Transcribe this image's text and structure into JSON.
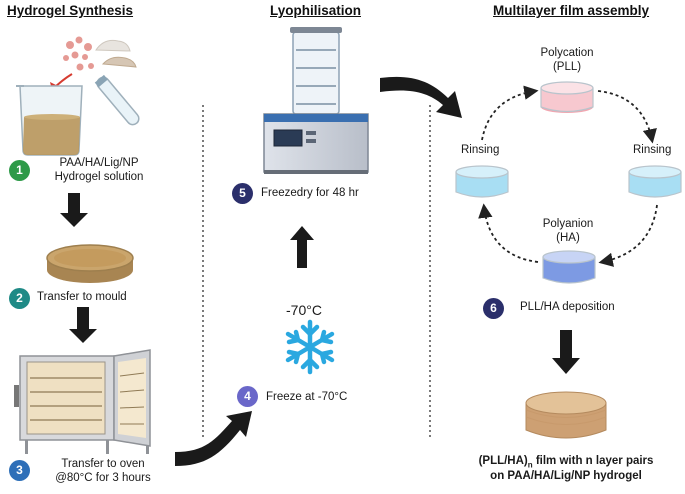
{
  "headers": {
    "synthesis": "Hydrogel Synthesis",
    "lyophilisation": "Lyophilisation",
    "assembly": "Multilayer film assembly"
  },
  "steps": [
    {
      "num": "1",
      "line1": "PAA/HA/Lig/NP",
      "line2": "Hydrogel solution",
      "color": "#2e9a48"
    },
    {
      "num": "2",
      "text": "Transfer to mould",
      "color": "#1f8a86"
    },
    {
      "num": "3",
      "line1": "Transfer to oven",
      "line2": "@80°C for 3 hours",
      "color": "#2e6fb8"
    },
    {
      "num": "4",
      "text": "Freeze at -70°C",
      "color": "#6a67c9"
    },
    {
      "num": "5",
      "text": "Freezedry for 48 hr",
      "color": "#2b2f6b"
    },
    {
      "num": "6",
      "text": "PLL/HA deposition",
      "color": "#2b2f6b"
    }
  ],
  "temperature": "-70°C",
  "cycle": {
    "polycation_line1": "Polycation",
    "polycation_line2": "(PLL)",
    "polyanion_line1": "Polyanion",
    "polyanion_line2": "(HA)",
    "rinsing_left": "Rinsing",
    "rinsing_right": "Rinsing"
  },
  "result": {
    "prefix": "(PLL/HA)",
    "subscript": "n",
    "suffix": " film with n layer pairs",
    "line2": "on PAA/HA/Lig/NP hydrogel"
  },
  "icons": [
    "particles-icon",
    "powder-icon",
    "beaker-icon",
    "test-tube-icon",
    "petri-dish-icon",
    "oven-icon",
    "freeze-dryer-icon",
    "snowflake-icon",
    "dish-icon",
    "film-disc-icon"
  ],
  "colors": {
    "arrow": "#1a1a1a",
    "hydrogel": "#b8965a",
    "pll": "#f2a6b0",
    "rinse": "#8fd3ef",
    "ha": "#6f8fe0",
    "snowflake": "#2aa8e0",
    "film": "#d9b486"
  }
}
